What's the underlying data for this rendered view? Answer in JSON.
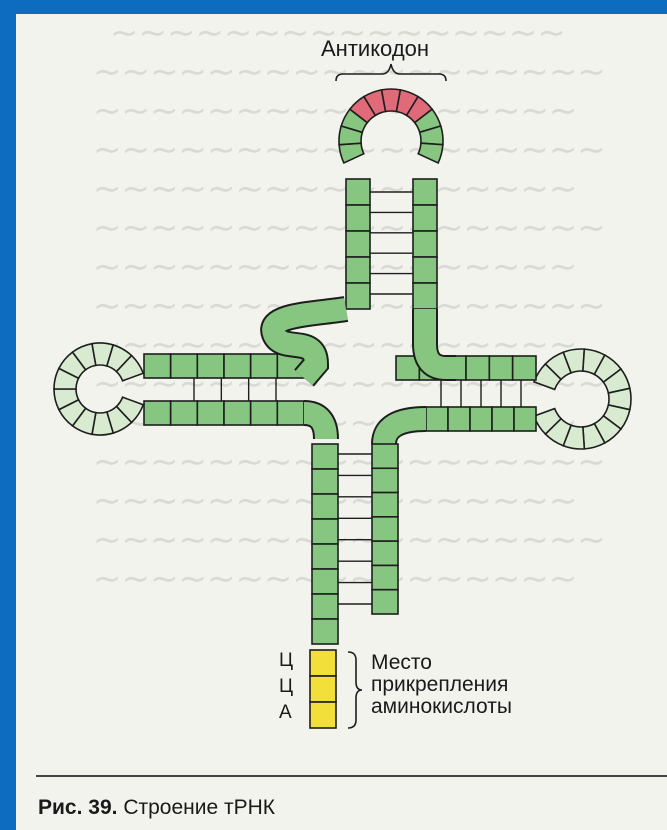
{
  "diagram": {
    "anticodon_label": "Антикодон",
    "acceptor_letters": [
      "Ц",
      "Ц",
      "А"
    ],
    "site_label_lines": [
      "Место",
      "прикрепления",
      "аминокислоты"
    ]
  },
  "caption": {
    "number": "Рис. 39.",
    "text": "Строение тРНК"
  },
  "colors": {
    "page_border": "#0d6cc0",
    "nucleotide_green": "#86c680",
    "faded_green": "#d8ebd1",
    "anticodon_red": "#e06a78",
    "acceptor_yellow": "#f2df3a"
  }
}
